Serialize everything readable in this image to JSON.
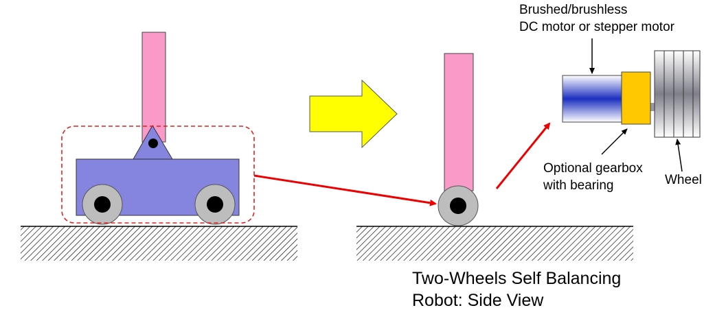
{
  "labels": {
    "motor_line1": "Brushed/brushless",
    "motor_line2": "DC motor or stepper motor",
    "gearbox_line1": "Optional gearbox",
    "gearbox_line2": "with bearing",
    "wheel": "Wheel",
    "caption_line1": "Two-Wheels Self Balancing",
    "caption_line2": "Robot: Side View"
  },
  "colors": {
    "pole": "#f99ac8",
    "body": "#8585e0",
    "wheel_outer": "#bdbdbd",
    "wheel_hub": "#000000",
    "arrow_big": "#ffff00",
    "arrow_red": "#ee0000",
    "dashed_box": "#e02020",
    "gearbox": "#ffc800",
    "motor_blue": "#1c2fc0"
  },
  "icons": {
    "transform_arrow": "right-block-arrow",
    "pointer_arrows": "red-line-arrow"
  }
}
